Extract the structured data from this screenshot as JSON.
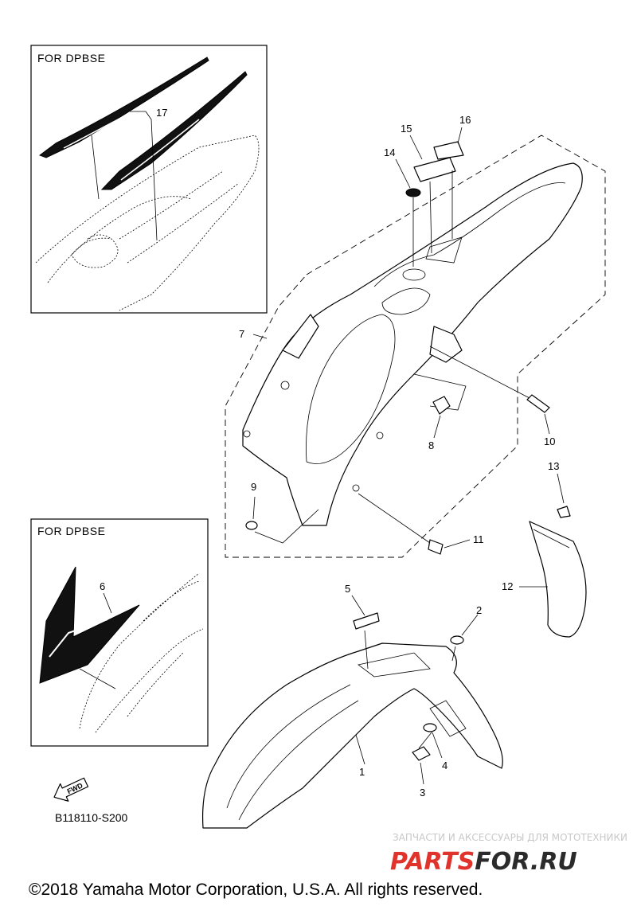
{
  "insets": [
    {
      "title": "FOR DPBSE"
    },
    {
      "title": "FOR DPBSE"
    }
  ],
  "callouts": [
    "1",
    "2",
    "3",
    "4",
    "5",
    "6",
    "7",
    "8",
    "9",
    "10",
    "11",
    "12",
    "13",
    "14",
    "15",
    "16",
    "17"
  ],
  "diagram_code": "B118110-S200",
  "fwd_label": "FWD",
  "watermark": {
    "tagline": "ЗАПЧАСТИ И АКСЕССУАРЫ ДЛЯ МОТОТЕХНИКИ",
    "logo_part1": "PARTS",
    "logo_part2": "FOR.RU",
    "color_red": "#e0332b",
    "color_dark": "#2b2b2b"
  },
  "copyright": "©2018 Yamaha Motor Corporation, U.S.A. All rights reserved."
}
